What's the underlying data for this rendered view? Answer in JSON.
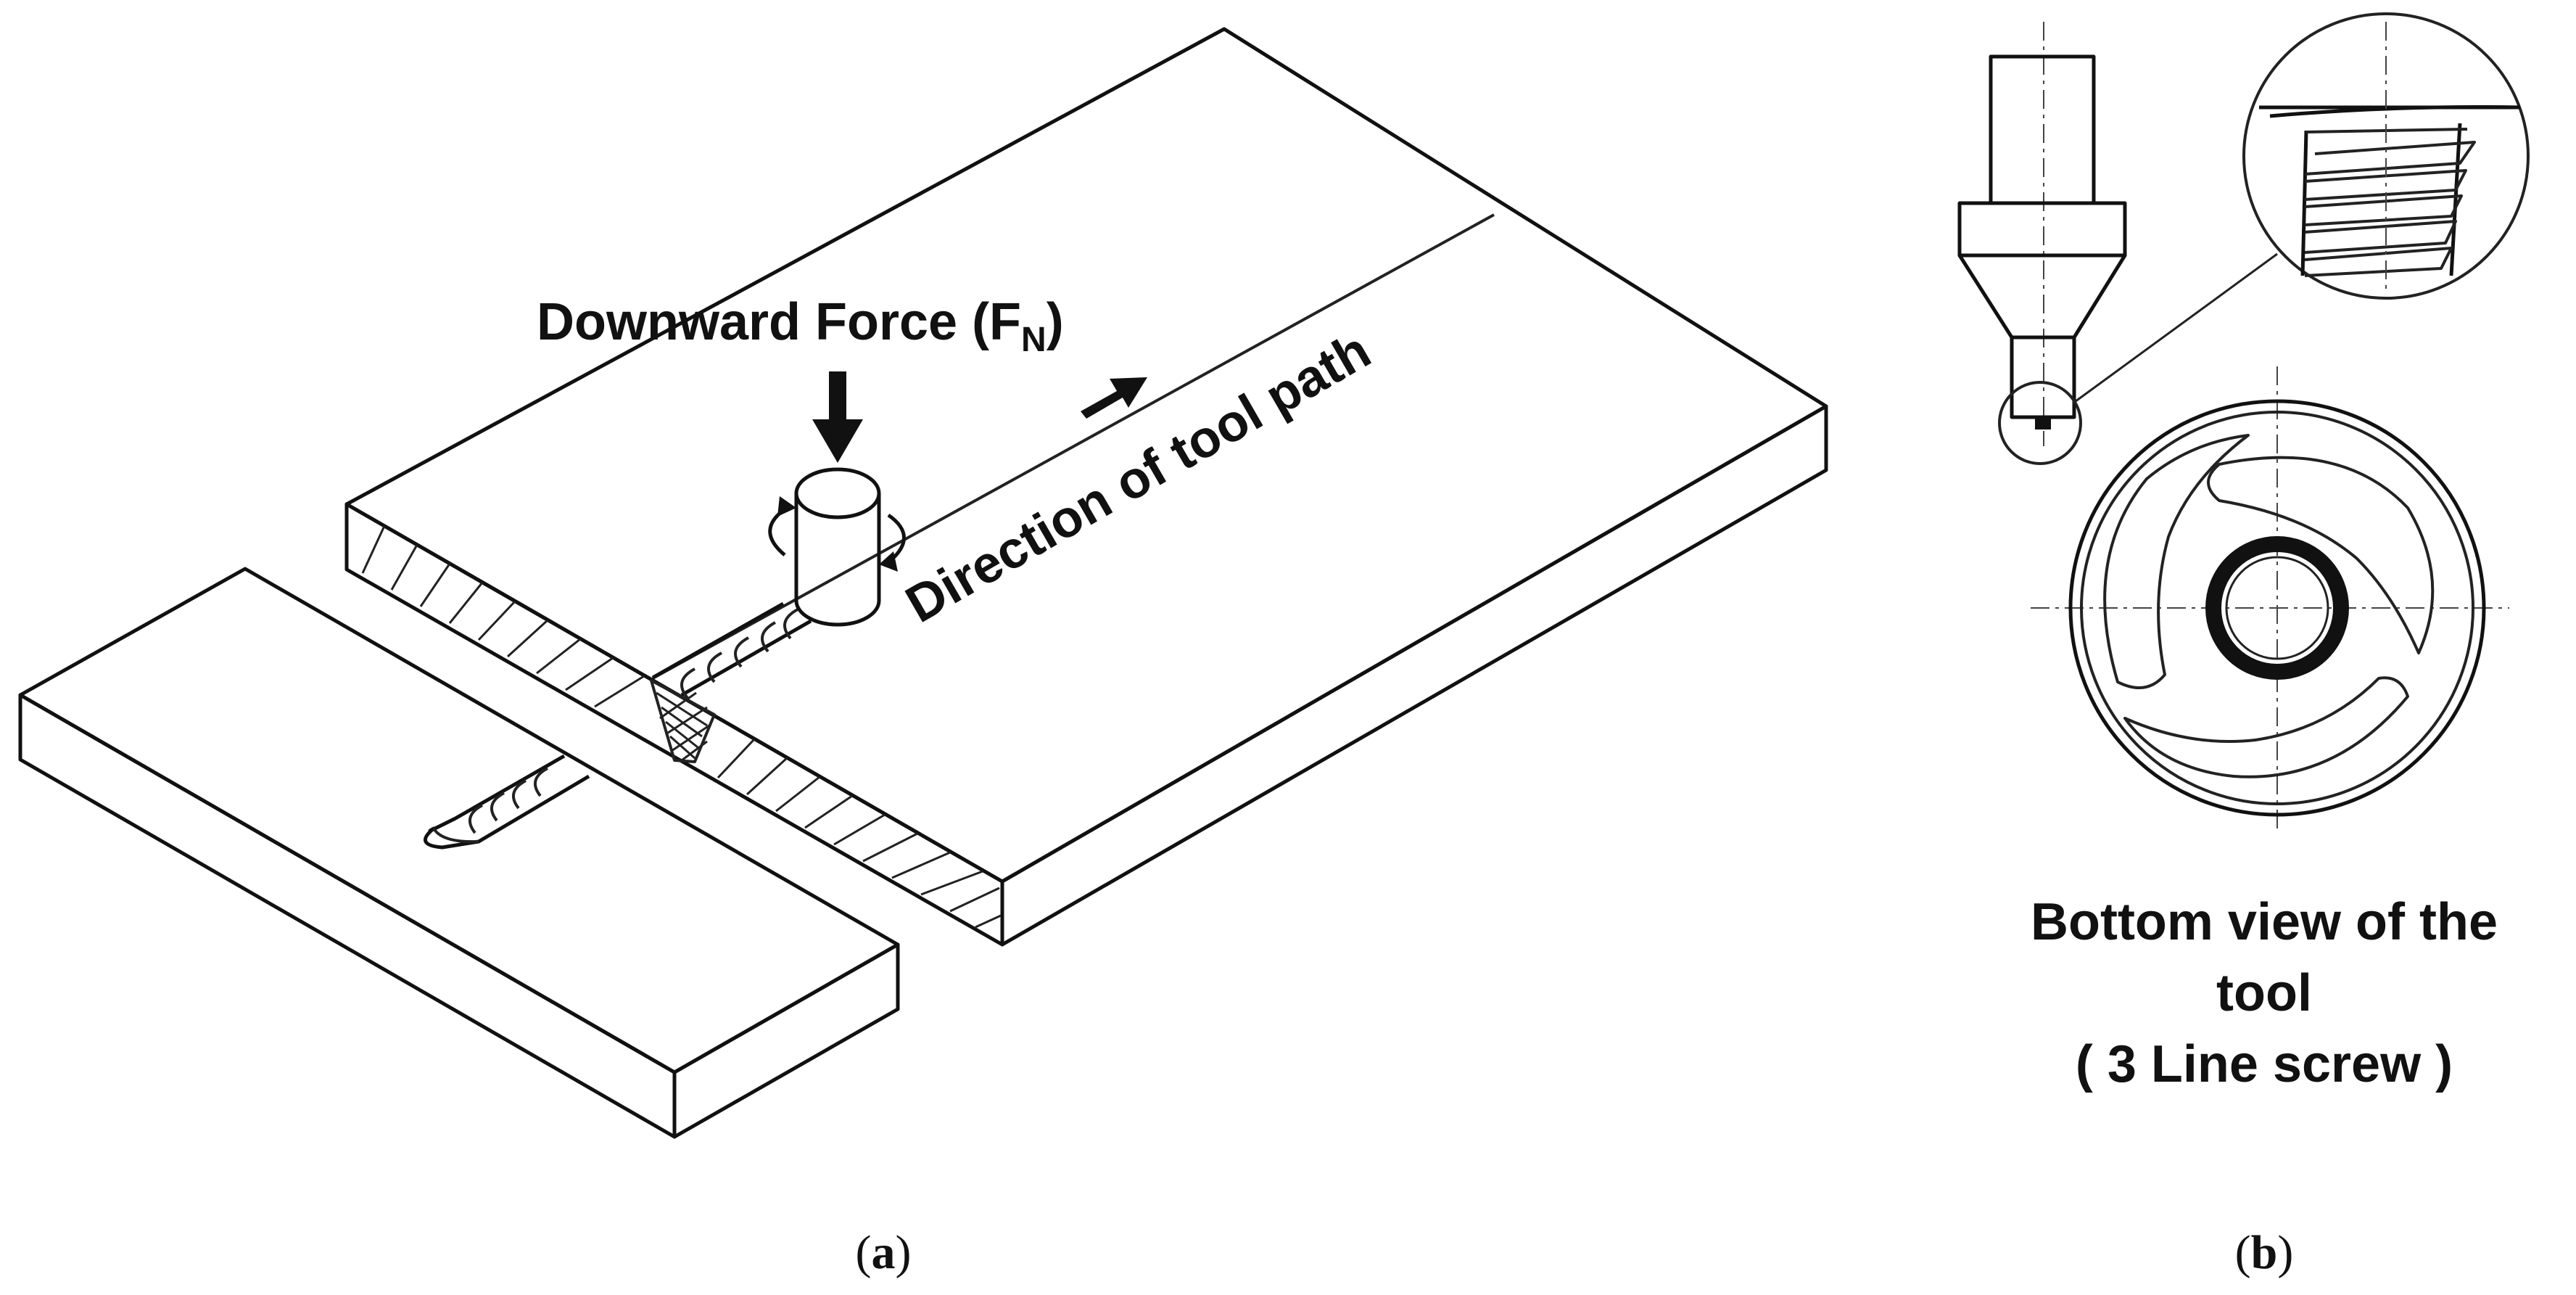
{
  "panel_a": {
    "force_label_main": "Downward Force (F",
    "force_label_sub": "N",
    "force_label_close": ")",
    "path_label": "Direction of tool path",
    "caption_open": "(",
    "caption_letter": "a",
    "caption_close": ")"
  },
  "panel_b": {
    "view_label_line1": "Bottom view of the",
    "view_label_line2": "tool",
    "view_label_line3": "( 3 Line screw )",
    "caption_open": "(",
    "caption_letter": "b",
    "caption_close": ")"
  },
  "icons": {
    "force_arrow": "down-arrow-icon",
    "path_arrow": "right-up-arrow-icon",
    "rotation": "rotation-arrows-icon"
  },
  "colors": {
    "line": "#222222",
    "text": "#111111",
    "background": "#ffffff"
  }
}
